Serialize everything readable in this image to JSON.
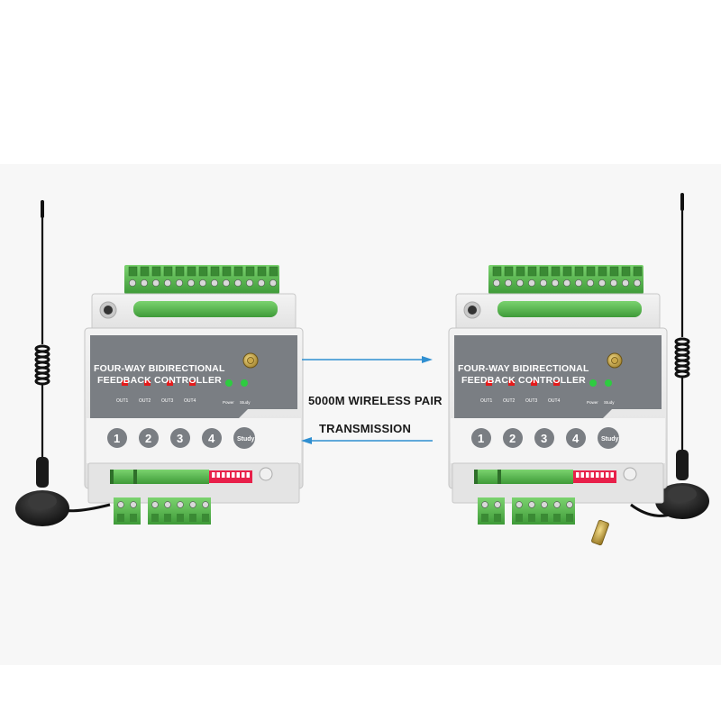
{
  "caption": {
    "line1": "5000M WIRELESS PAIR",
    "line2": "TRANSMISSION"
  },
  "device": {
    "title_line1": "FOUR-WAY BIDIRECTIONAL",
    "title_line2": "FEEDBACK CONTROLLER",
    "outputs": [
      "OUT1",
      "OUT2",
      "OUT3",
      "OUT4"
    ],
    "led_labels": [
      "Power",
      "Study"
    ],
    "buttons": [
      "1",
      "2",
      "3",
      "4",
      "Study"
    ]
  },
  "colors": {
    "background": "#ffffff",
    "band": "#f7f7f7",
    "housing": "#ececec",
    "panel": "#7a7e83",
    "terminal_green": "#5cbf52",
    "led_red": "#e41a1a",
    "led_green": "#2ecc40",
    "arrow_blue": "#2f8fd1",
    "dip_red": "#e8204a"
  },
  "icons": [
    "antenna-icon",
    "arrow-right-icon",
    "arrow-left-icon",
    "sma-connector-icon"
  ]
}
